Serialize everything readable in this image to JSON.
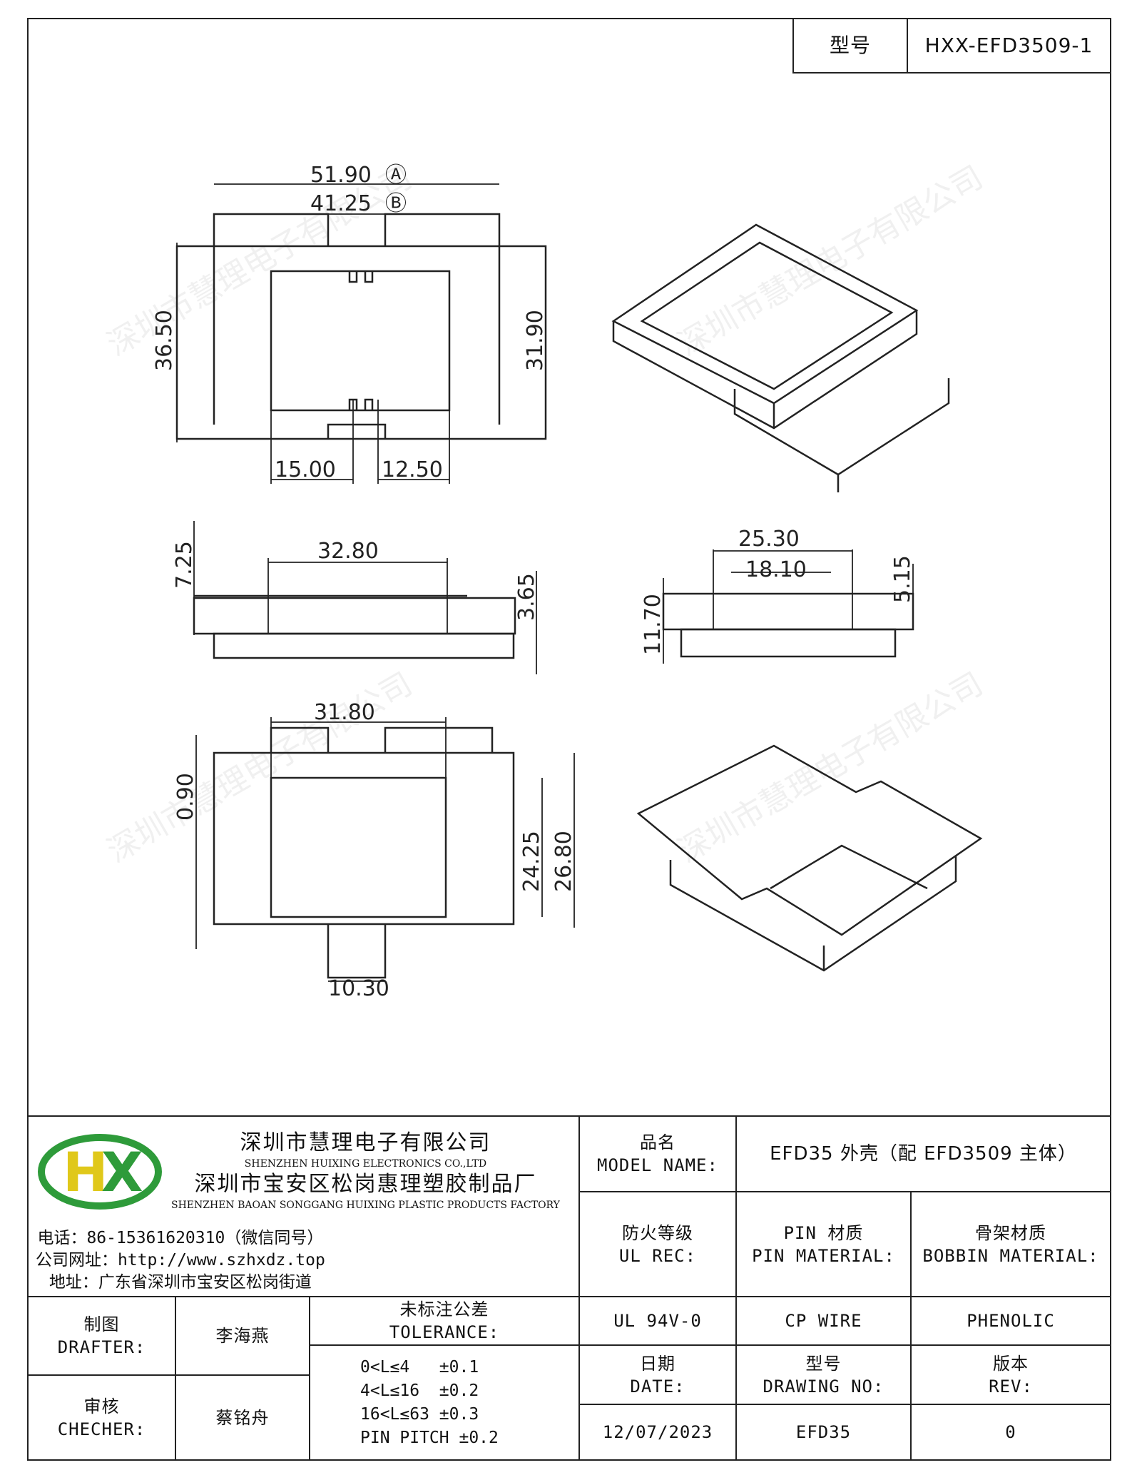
{
  "model_box": {
    "label": "型号",
    "value": "HXX-EFD3509-1"
  },
  "watermark": "深圳市慧理电子有限公司",
  "dimensions": {
    "A": "51.90",
    "B": "41.25",
    "C": "36.50",
    "D": "31.90",
    "E": "15.00",
    "F": "12.50",
    "G": "7.25",
    "H": "32.80",
    "I": "3.65",
    "J": "11.70",
    "K": "25.30",
    "L": "18.10",
    "M": "5.15",
    "N": "31.80",
    "O": "24.25",
    "P": "26.80",
    "Q": "0.90",
    "R": "10.30"
  },
  "company": {
    "name_cn": "深圳市慧理电子有限公司",
    "name_en": "SHENZHEN HUIXING ELECTRONICS CO.,LTD",
    "factory_cn": "深圳市宝安区松岗惠理塑胶制品厂",
    "factory_en": "SHENZHEN BAOAN SONGGANG HUIXING PLASTIC PRODUCTS FACTORY",
    "phone": "电话：86-15361620310（微信同号）",
    "website": "公司网址：http://www.szhxdz.top",
    "address": "地址：广东省深圳市宝安区松岗街道",
    "logo_text": "HX",
    "brand_green": "#2e9b3a",
    "brand_yellow": "#e0c81a"
  },
  "title_block": {
    "model_name_label_cn": "品名",
    "model_name_label_en": "MODEL NAME:",
    "model_name_value": "EFD35 外壳（配 EFD3509 主体）",
    "ul_label_cn": "防火等级",
    "ul_label_en": "UL REC:",
    "pin_label_cn": "PIN 材质",
    "pin_label_en": "PIN MATERIAL:",
    "bobbin_label_cn": "骨架材质",
    "bobbin_label_en": "BOBBIN MATERIAL:",
    "ul_value": "UL 94V-0",
    "pin_value": "CP WIRE",
    "bobbin_value": "PHENOLIC",
    "drafter_label_cn": "制图",
    "drafter_label_en": "DRAFTER:",
    "drafter_value": "李海燕",
    "checker_label_cn": "审核",
    "checker_label_en": "CHECHER:",
    "checker_value": "蔡铭舟",
    "tolerance_label_cn": "未标注公差",
    "tolerance_label_en": "TOLERANCE:",
    "tolerance_lines": [
      "0<L≤4   ±0.1",
      "4<L≤16  ±0.2",
      "16<L≤63 ±0.3",
      "PIN PITCH ±0.2"
    ],
    "date_label_cn": "日期",
    "date_label_en": "DATE:",
    "date_value": "12/07/2023",
    "drawing_label_cn": "型号",
    "drawing_label_en": "DRAWING NO:",
    "drawing_value": "EFD35",
    "rev_label_cn": "版本",
    "rev_label_en": "REV:",
    "rev_value": "0"
  }
}
